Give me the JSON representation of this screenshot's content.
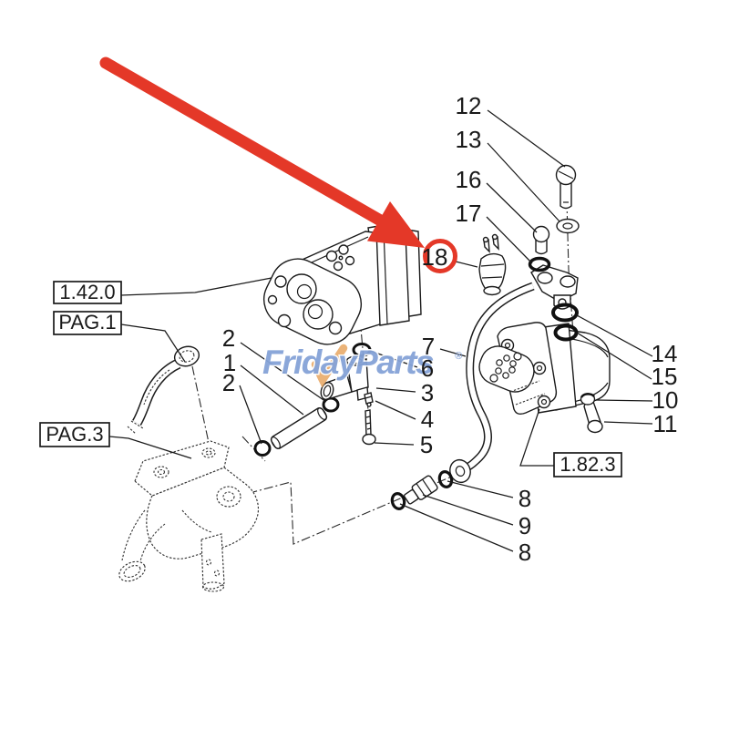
{
  "diagram": {
    "watermark": {
      "text": "FridayParts",
      "registered": "®"
    },
    "ref_boxes": {
      "main_pump": {
        "label": "1.42.0"
      },
      "page1": {
        "label": "PAG.1"
      },
      "page3": {
        "label": "PAG.3"
      },
      "secondary_pump": {
        "label": "1.82.3"
      }
    },
    "highlight": {
      "circled_part": "18"
    },
    "callouts": {
      "n1": "1",
      "n2": "2",
      "n3": "3",
      "n4": "4",
      "n5": "5",
      "n6": "6",
      "n7": "7",
      "n8": "8",
      "n9": "9",
      "n10": "10",
      "n11": "11",
      "n12": "12",
      "n13": "13",
      "n14": "14",
      "n15": "15",
      "n16": "16",
      "n17": "17",
      "n18": "18"
    },
    "colors": {
      "highlight_red": "#E43828",
      "watermark_blue": "#85A3D8",
      "check_orange": "#E8A660",
      "line_black": "#1b1b1b"
    }
  }
}
